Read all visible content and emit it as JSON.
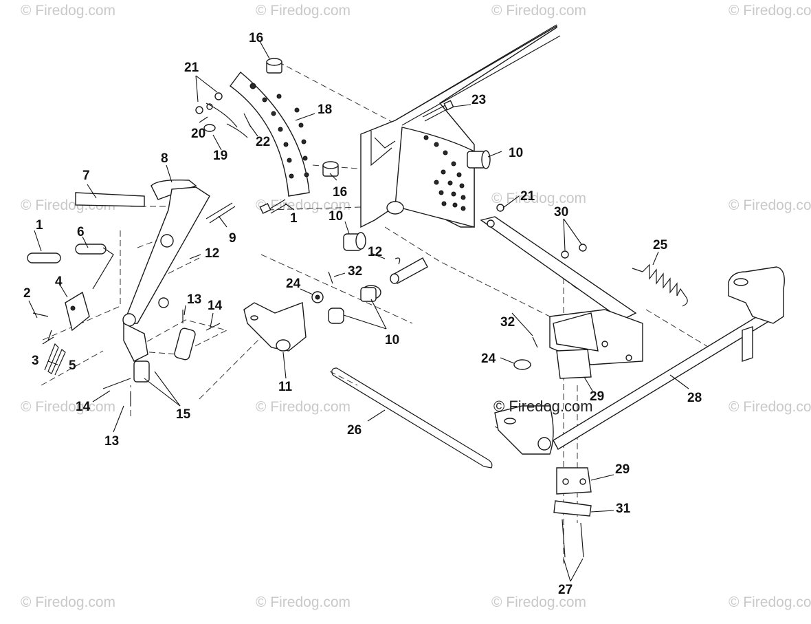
{
  "watermark": {
    "text": "© Firedog.com",
    "center_text": "© Firedog.com"
  },
  "callouts": {
    "c1a": "1",
    "c1b": "1",
    "c2": "2",
    "c3": "3",
    "c4": "4",
    "c5": "5",
    "c6": "6",
    "c7": "7",
    "c8": "8",
    "c9": "9",
    "c10a": "10",
    "c10b": "10",
    "c10c": "10",
    "c11": "11",
    "c12a": "12",
    "c12b": "12",
    "c13a": "13",
    "c13b": "13",
    "c14a": "14",
    "c14b": "14",
    "c15": "15",
    "c16a": "16",
    "c16b": "16",
    "c18": "18",
    "c19": "19",
    "c20": "20",
    "c21a": "21",
    "c21b": "21",
    "c22": "22",
    "c23": "23",
    "c24a": "24",
    "c24b": "24",
    "c25": "25",
    "c26": "26",
    "c27": "27",
    "c28": "28",
    "c29a": "29",
    "c29b": "29",
    "c30": "30",
    "c31": "31",
    "c32a": "32",
    "c32b": "32"
  }
}
